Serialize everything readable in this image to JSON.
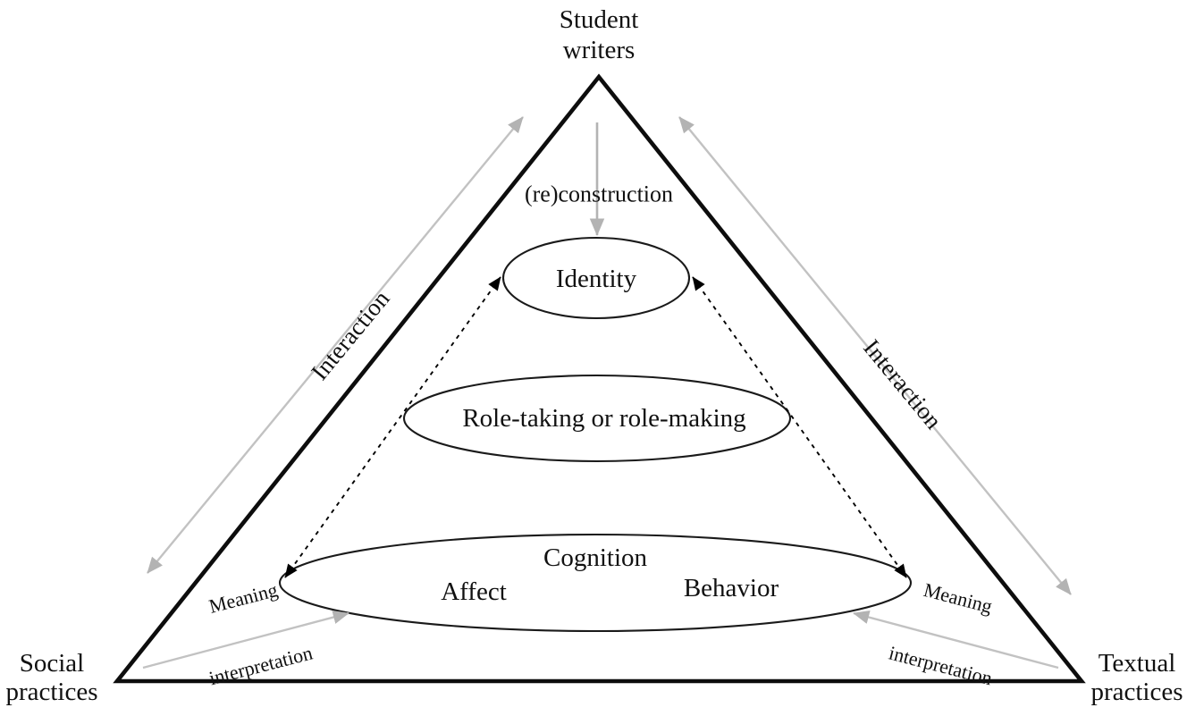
{
  "figure": {
    "type": "triangle-concept-diagram",
    "background_color": "#ffffff",
    "line_color": "#000000",
    "arrow_gray": "#b3b3b3",
    "apex_label": "Student\nwriters",
    "bottom_left_label": "Social\npractices",
    "bottom_right_label": "Textual\npractices"
  },
  "vertices": {
    "apex": "Student writers",
    "left": "Social practices",
    "right": "Textual practices"
  },
  "inner_nodes": [
    {
      "id": "identity",
      "label": "Identity"
    },
    {
      "id": "role",
      "label": "Role-taking or role-making"
    },
    {
      "id": "cab",
      "label_top": "Cognition",
      "label_left": "Affect",
      "label_right": "Behavior"
    }
  ],
  "edge_labels": {
    "reconstruction": "(re)construction",
    "interaction_left": "Interaction",
    "interaction_right": "Interaction",
    "meaning_left_line1": "Meaning",
    "meaning_left_line2": "interpretation",
    "meaning_right_line1": "Meaning",
    "meaning_right_line2": "interpretation"
  }
}
